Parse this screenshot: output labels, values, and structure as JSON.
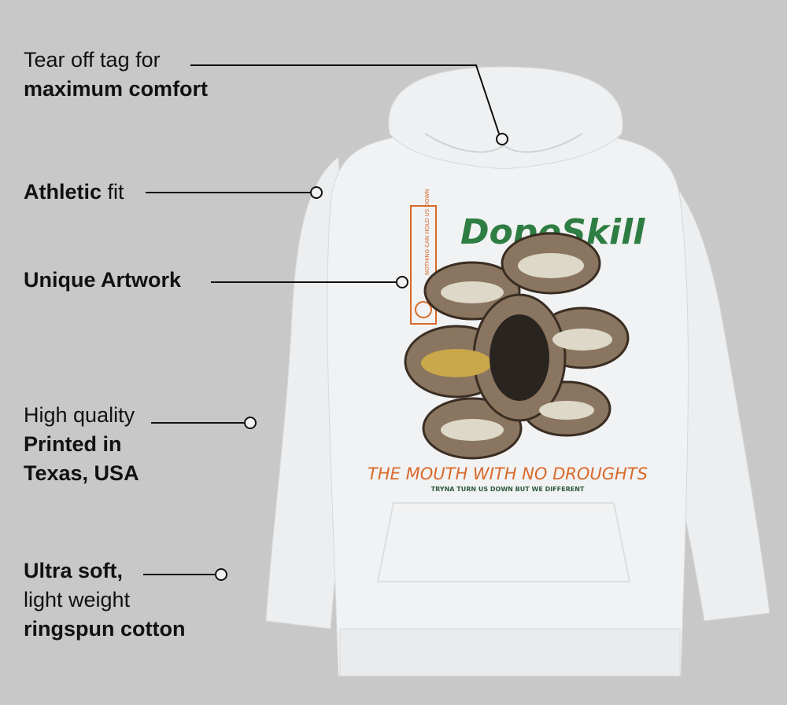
{
  "callouts": [
    {
      "lines": [
        {
          "text": "Tear off tag for",
          "bold": false
        },
        {
          "text": "maximum comfort",
          "bold": true
        }
      ]
    },
    {
      "lines": [
        {
          "text": "Athletic",
          "bold": true
        },
        {
          "text": " fit",
          "bold": false
        }
      ]
    },
    {
      "lines": [
        {
          "text": "Unique Artwork",
          "bold": true
        }
      ]
    },
    {
      "lines": [
        {
          "text": "High quality",
          "bold": false
        },
        {
          "text": "Printed in",
          "bold": true
        },
        {
          "text": "Texas, USA",
          "bold": true
        }
      ]
    },
    {
      "lines": [
        {
          "text": "Ultra soft,",
          "bold": true
        },
        {
          "text": "light weight",
          "bold": false
        },
        {
          "text": "ringspun cotton",
          "bold": true
        }
      ]
    }
  ],
  "artwork": {
    "brand": "DopeSkill",
    "tag_text": "NOTHING CAN HOLD US DOWN",
    "headline": "THE MOUTH WITH NO DROUGHTS",
    "subline": "TRYNA TURN US DOWN BUT WE DIFFERENT"
  },
  "colors": {
    "background": "#c8c8c8",
    "hoodie": "#f1f2f3",
    "green": "#2e7d43",
    "orange": "#d9692a",
    "line": "#111111"
  }
}
